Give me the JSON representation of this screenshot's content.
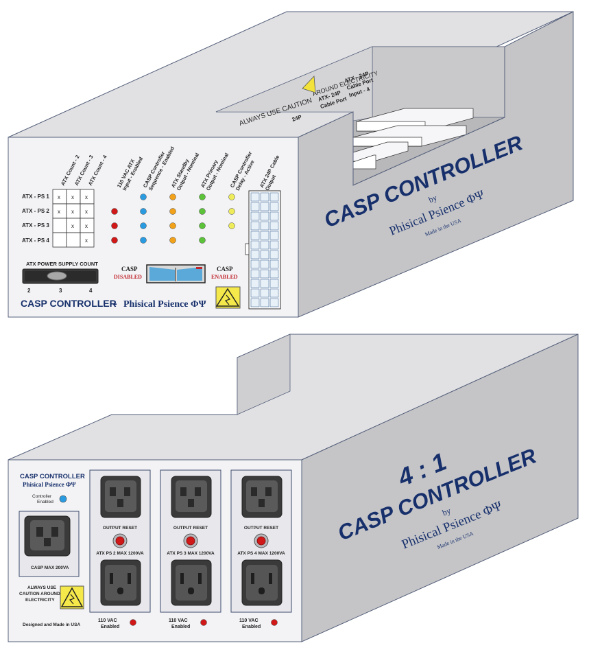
{
  "top_unit": {
    "interior_warning": "ALWAYS USE CAUTION",
    "interior_warning_2": "AROUND ELECTRICITY",
    "interior_ports": [
      {
        "line1": "ATX- 24P",
        "line2": "Cable Port"
      },
      {
        "line1": "ATX - 24P",
        "line2": "Cable Port",
        "line3": "Input - 4"
      },
      {
        "line1": "24P",
        "line2": ""
      }
    ],
    "column_headers": [
      "ATX Count - 2",
      "ATX Count - 3",
      "ATX Count - 4"
    ],
    "status_headers": [
      {
        "line1": "110 VAC ATX",
        "line2": "Input - Enabled"
      },
      {
        "line1": "CASP Controller",
        "line2": "Sequence - Enabled"
      },
      {
        "line1": "ATX Standby",
        "line2": "Output - Nominal"
      },
      {
        "line1": "ATX Primary",
        "line2": "Output - Nominal"
      },
      {
        "line1": "CASP Controller",
        "line2": "Delay - Active"
      },
      {
        "line1": "ATX 24P Cable",
        "line2": "Output"
      }
    ],
    "rows": [
      {
        "label": "ATX - PS 1",
        "cells": [
          "x",
          "x",
          "x"
        ]
      },
      {
        "label": "ATX - PS 2",
        "cells": [
          "x",
          "x",
          "x"
        ]
      },
      {
        "label": "ATX - PS 3",
        "cells": [
          "",
          "x",
          "x"
        ]
      },
      {
        "label": "ATX - PS 4",
        "cells": [
          "",
          "",
          "x"
        ]
      }
    ],
    "led_colors": {
      "red": "#d01818",
      "blue": "#2a9be0",
      "orange": "#f2a21a",
      "green": "#5cc23a",
      "yellow": "#eeec5a"
    },
    "switch_title": "ATX POWER SUPPLY COUNT",
    "switch_ticks": [
      "2",
      "3",
      "4"
    ],
    "casp_disabled_1": "CASP",
    "casp_disabled_2": "DISABLED",
    "casp_enabled_1": "CASP",
    "casp_enabled_2": "ENABLED",
    "brand_bold": "CASP CONTROLLER",
    "brand_sep": " - ",
    "brand_tail": "Phisical Psience ΦΨ",
    "side_title": "CASP CONTROLLER",
    "side_by": "by",
    "side_brand": "Phisical Psience ΦΨ",
    "side_made": "Made in the USA"
  },
  "bottom_unit": {
    "title": "CASP CONTROLLER",
    "subtitle": "Phisical Psience ΦΨ",
    "controller_label_1": "Controller",
    "controller_label_2": "Enabled",
    "casp_max": "CASP MAX 200VA",
    "caution_1": "ALWAYS USE",
    "caution_2": "CAUTION AROUND",
    "caution_3": "ELECTRICITY",
    "made": "Designed and Made in USA",
    "modules": [
      {
        "reset": "OUTPUT RESET",
        "rating": "ATX PS 2 MAX 1200VA",
        "vac1": "110 VAC",
        "vac2": "Enabled"
      },
      {
        "reset": "OUTPUT RESET",
        "rating": "ATX PS 3 MAX 1200VA",
        "vac1": "110 VAC",
        "vac2": "Enabled"
      },
      {
        "reset": "OUTPUT RESET",
        "rating": "ATX PS 4 MAX 1200VA",
        "vac1": "110 VAC",
        "vac2": "Enabled"
      }
    ],
    "side_ratio": "4 : 1",
    "side_title": "CASP CONTROLLER",
    "side_by": "by",
    "side_brand": "Phisical Psience ΦΨ",
    "side_made": "Made in the USA"
  },
  "colors": {
    "face_front": "#f3f3f6",
    "face_side": "#c5c5c8",
    "face_top": "#e1e1e4",
    "interior": "#b5b5b8",
    "brand_blue": "#17306b",
    "disabled_red": "#c0262c"
  }
}
